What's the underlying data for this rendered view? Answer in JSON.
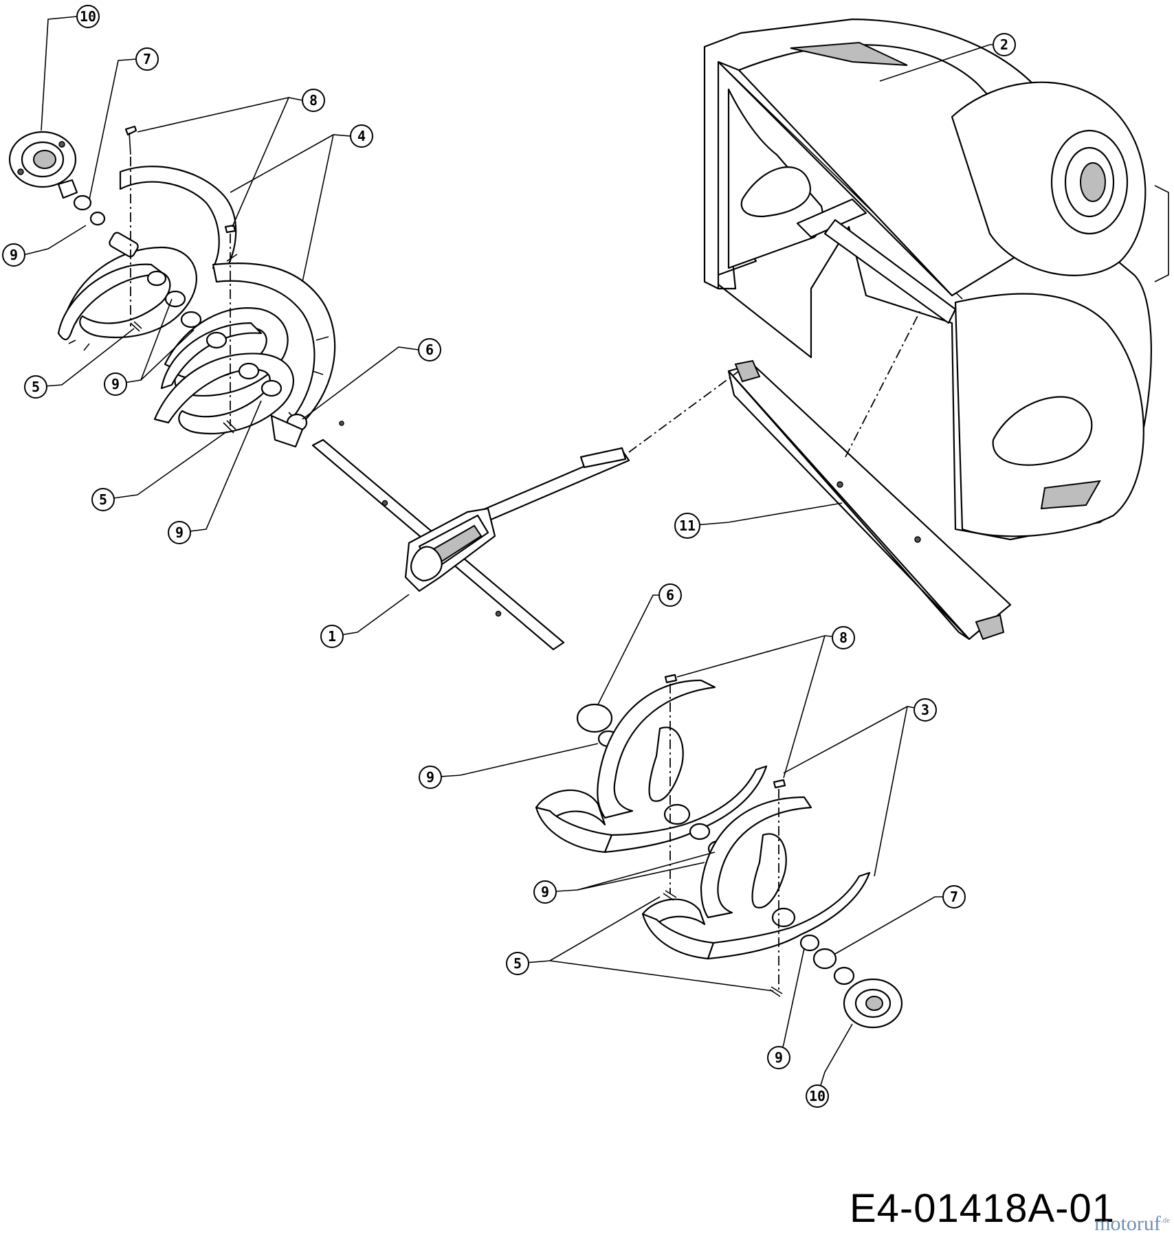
{
  "drawing_code": "E4-01418A-01",
  "watermark": {
    "text": "motoruf",
    "suffix": ".de"
  },
  "callouts": [
    {
      "label": "10"
    },
    {
      "label": "7"
    },
    {
      "label": "8"
    },
    {
      "label": "4"
    },
    {
      "label": "9"
    },
    {
      "label": "5"
    },
    {
      "label": "9"
    },
    {
      "label": "6"
    },
    {
      "label": "5"
    },
    {
      "label": "9"
    },
    {
      "label": "2"
    },
    {
      "label": "11"
    },
    {
      "label": "1"
    },
    {
      "label": "6"
    },
    {
      "label": "8"
    },
    {
      "label": "3"
    },
    {
      "label": "9"
    },
    {
      "label": "9"
    },
    {
      "label": "7"
    },
    {
      "label": "5"
    },
    {
      "label": "9"
    },
    {
      "label": "10"
    }
  ]
}
